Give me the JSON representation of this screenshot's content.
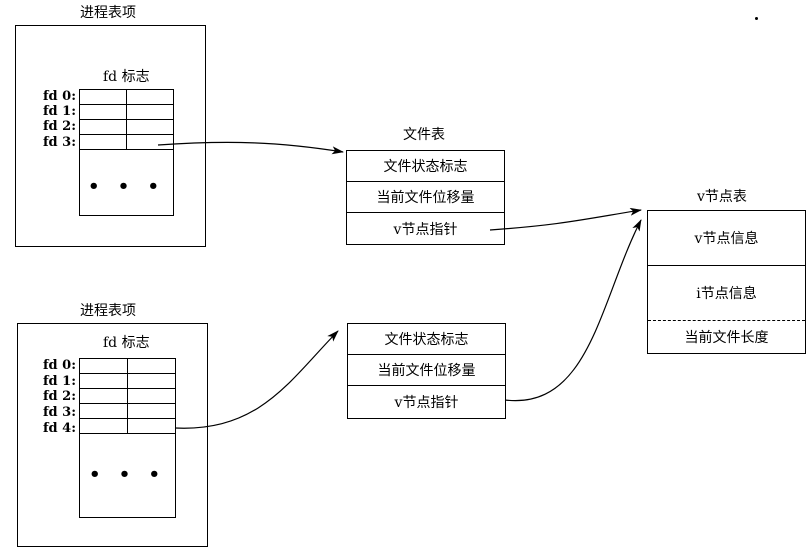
{
  "process1": {
    "title": "进程表项",
    "fd_header": "fd 标志",
    "fds": [
      "fd 0:",
      "fd 1:",
      "fd 2:",
      "fd 3:"
    ],
    "ellipsis": "• • •"
  },
  "process2": {
    "title": "进程表项",
    "fd_header": "fd 标志",
    "fds": [
      "fd 0:",
      "fd 1:",
      "fd 2:",
      "fd 3:",
      "fd 4:"
    ],
    "ellipsis": "• • •"
  },
  "file_table1": {
    "title": "文件表",
    "rows": [
      "文件状态标志",
      "当前文件位移量",
      "v节点指针"
    ]
  },
  "file_table2": {
    "rows": [
      "文件状态标志",
      "当前文件位移量",
      "v节点指针"
    ]
  },
  "vnode_table": {
    "title": "v节点表",
    "rows": [
      "v节点信息",
      "i节点信息",
      "当前文件长度"
    ]
  }
}
